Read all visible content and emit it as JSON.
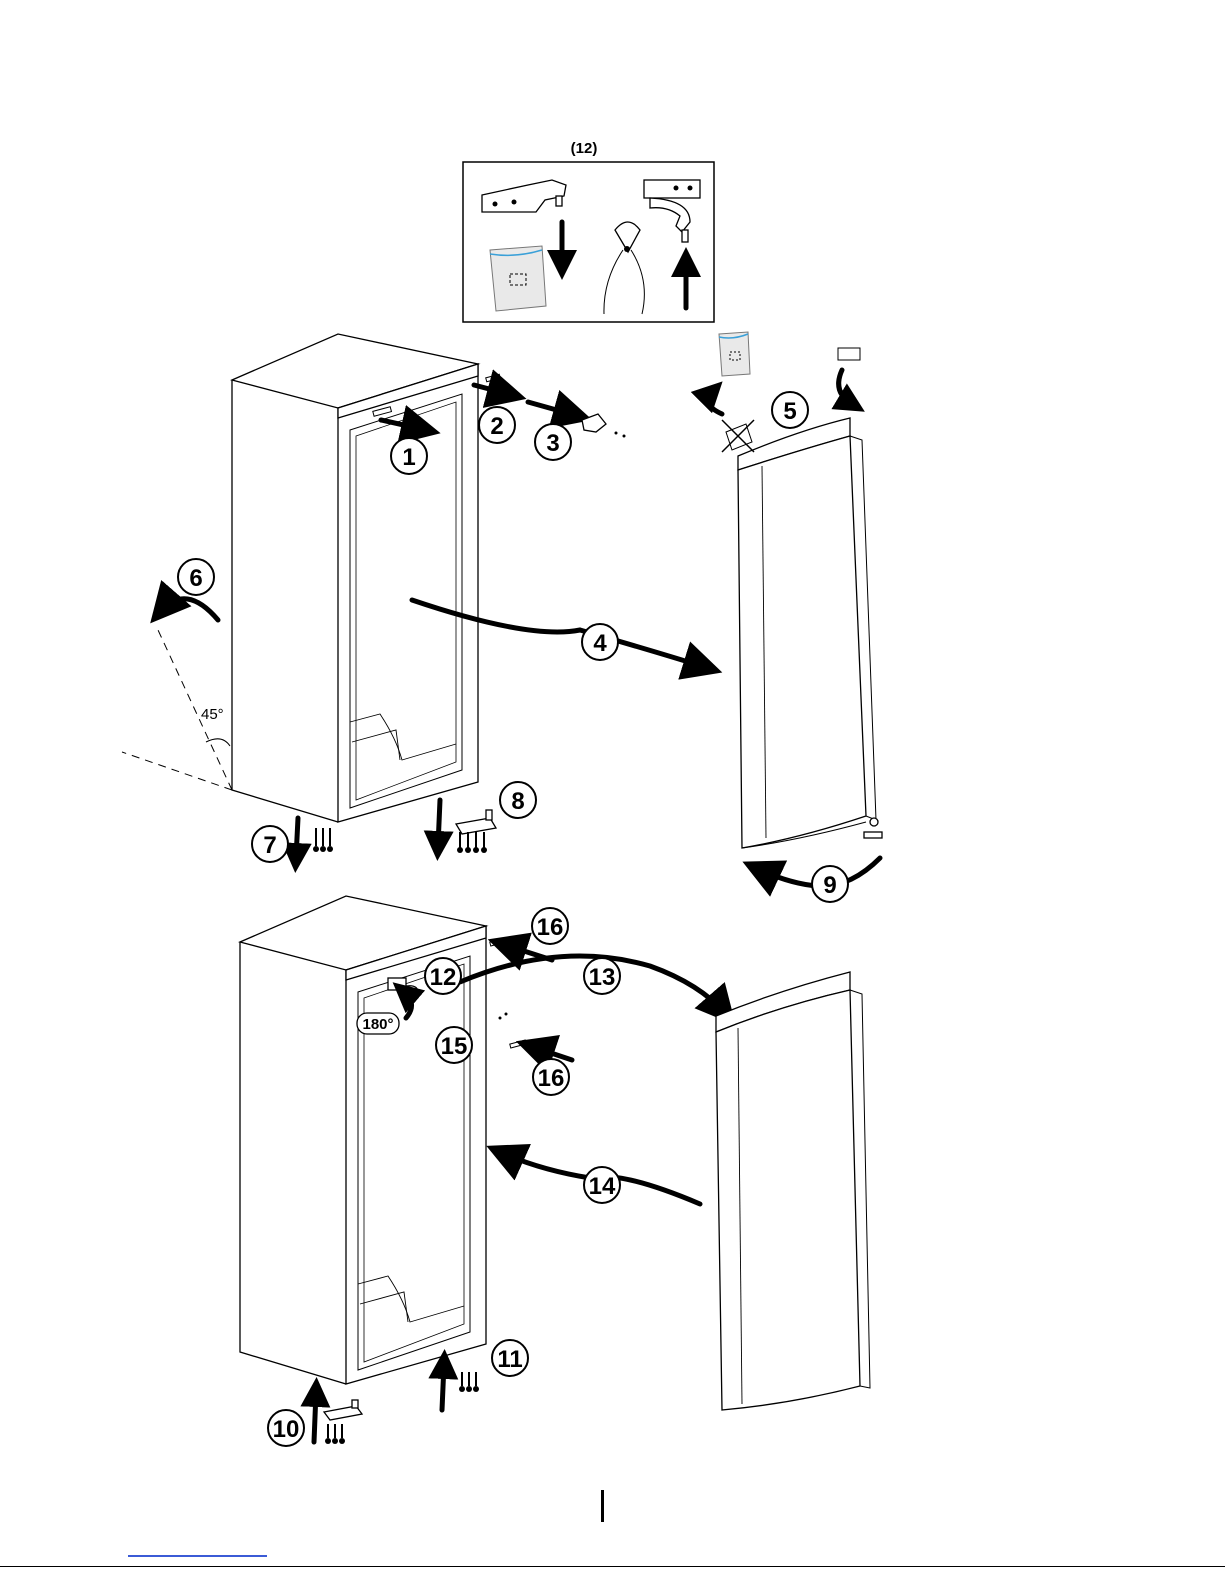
{
  "inset": {
    "label": "(12)"
  },
  "steps": {
    "s1": "1",
    "s2": "2",
    "s3": "3",
    "s4": "4",
    "s5": "5",
    "s6": "6",
    "s7": "7",
    "s8": "8",
    "s9": "9",
    "s10": "10",
    "s11": "11",
    "s12": "12",
    "s13": "13",
    "s14": "14",
    "s15": "15",
    "s16a": "16",
    "s16b": "16"
  },
  "angles": {
    "tilt": "45°",
    "rotate": "180°"
  },
  "colors": {
    "ink": "#000000",
    "bag_accent": "#3aa0d8",
    "link": "#3b5bd6"
  },
  "icons": [
    "hinge-bracket-icon",
    "bag-icon",
    "pliers-icon",
    "screw-icon",
    "cap-icon",
    "arrow-icon"
  ]
}
